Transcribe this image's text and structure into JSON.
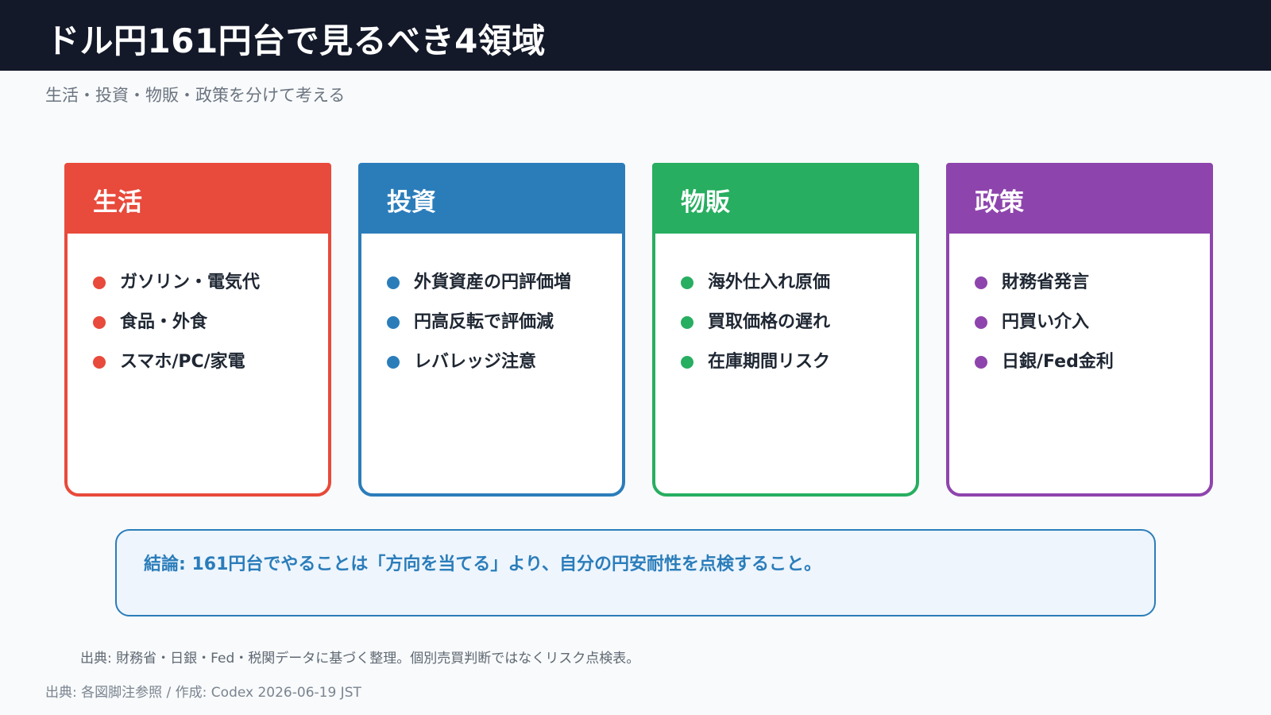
{
  "header": {
    "title": "ドル円161円台で見るべき4領域",
    "subtitle": "生活・投資・物販・政策を分けて考える"
  },
  "cards": [
    {
      "title": "生活",
      "color": "#e84a3b",
      "items": [
        "ガソリン・電気代",
        "食品・外食",
        "スマホ/PC/家電"
      ]
    },
    {
      "title": "投資",
      "color": "#2b7dba",
      "items": [
        "外貨資産の円評価増",
        "円高反転で評価減",
        "レバレッジ注意"
      ]
    },
    {
      "title": "物販",
      "color": "#27ae60",
      "items": [
        "海外仕入れ原価",
        "買取価格の遅れ",
        "在庫期間リスク"
      ]
    },
    {
      "title": "政策",
      "color": "#8e44ad",
      "items": [
        "財務省発言",
        "円買い介入",
        "日銀/Fed金利"
      ]
    }
  ],
  "conclusion": {
    "text": "結論: 161円台でやることは「方向を当てる」より、自分の円安耐性を点検すること。",
    "color": "#2b7dba"
  },
  "source_note": "出典: 財務省・日銀・Fed・税関データに基づく整理。個別売買判断ではなくリスク点検表。",
  "footer": "出典: 各図脚注参照 / 作成: Codex 2026-06-19 JST"
}
